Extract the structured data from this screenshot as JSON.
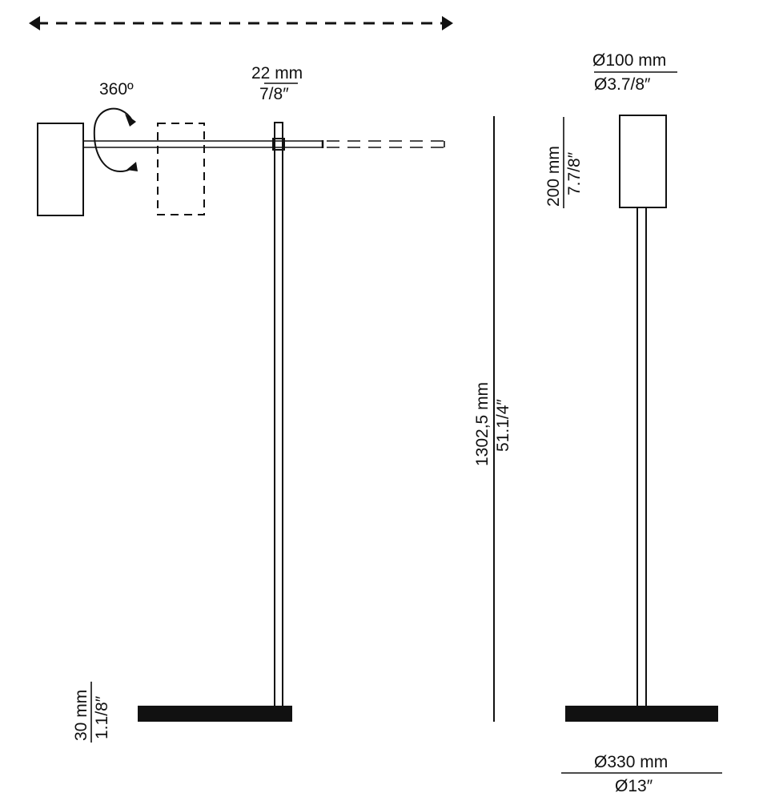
{
  "colors": {
    "line": "#111111",
    "base_fill": "#111111",
    "background": "#ffffff"
  },
  "annotations": {
    "rotation": "360º",
    "stem_diameter_mm": "22 mm",
    "stem_diameter_in": "7/8″",
    "shade_diameter_mm": "Ø100 mm",
    "shade_diameter_in": "Ø3.7/8″",
    "shade_height_mm": "200 mm",
    "shade_height_in": "7.7/8″",
    "total_height_mm": "1302,5 mm",
    "total_height_in": "51.1/4″",
    "base_thickness_mm": "30 mm",
    "base_thickness_in": "1.1/8″",
    "base_diameter_mm": "Ø330 mm",
    "base_diameter_in": "Ø13″"
  },
  "icons": {
    "rotation_arrow": "circular-arrow-icon",
    "slide_arrow": "double-arrow-icon"
  }
}
